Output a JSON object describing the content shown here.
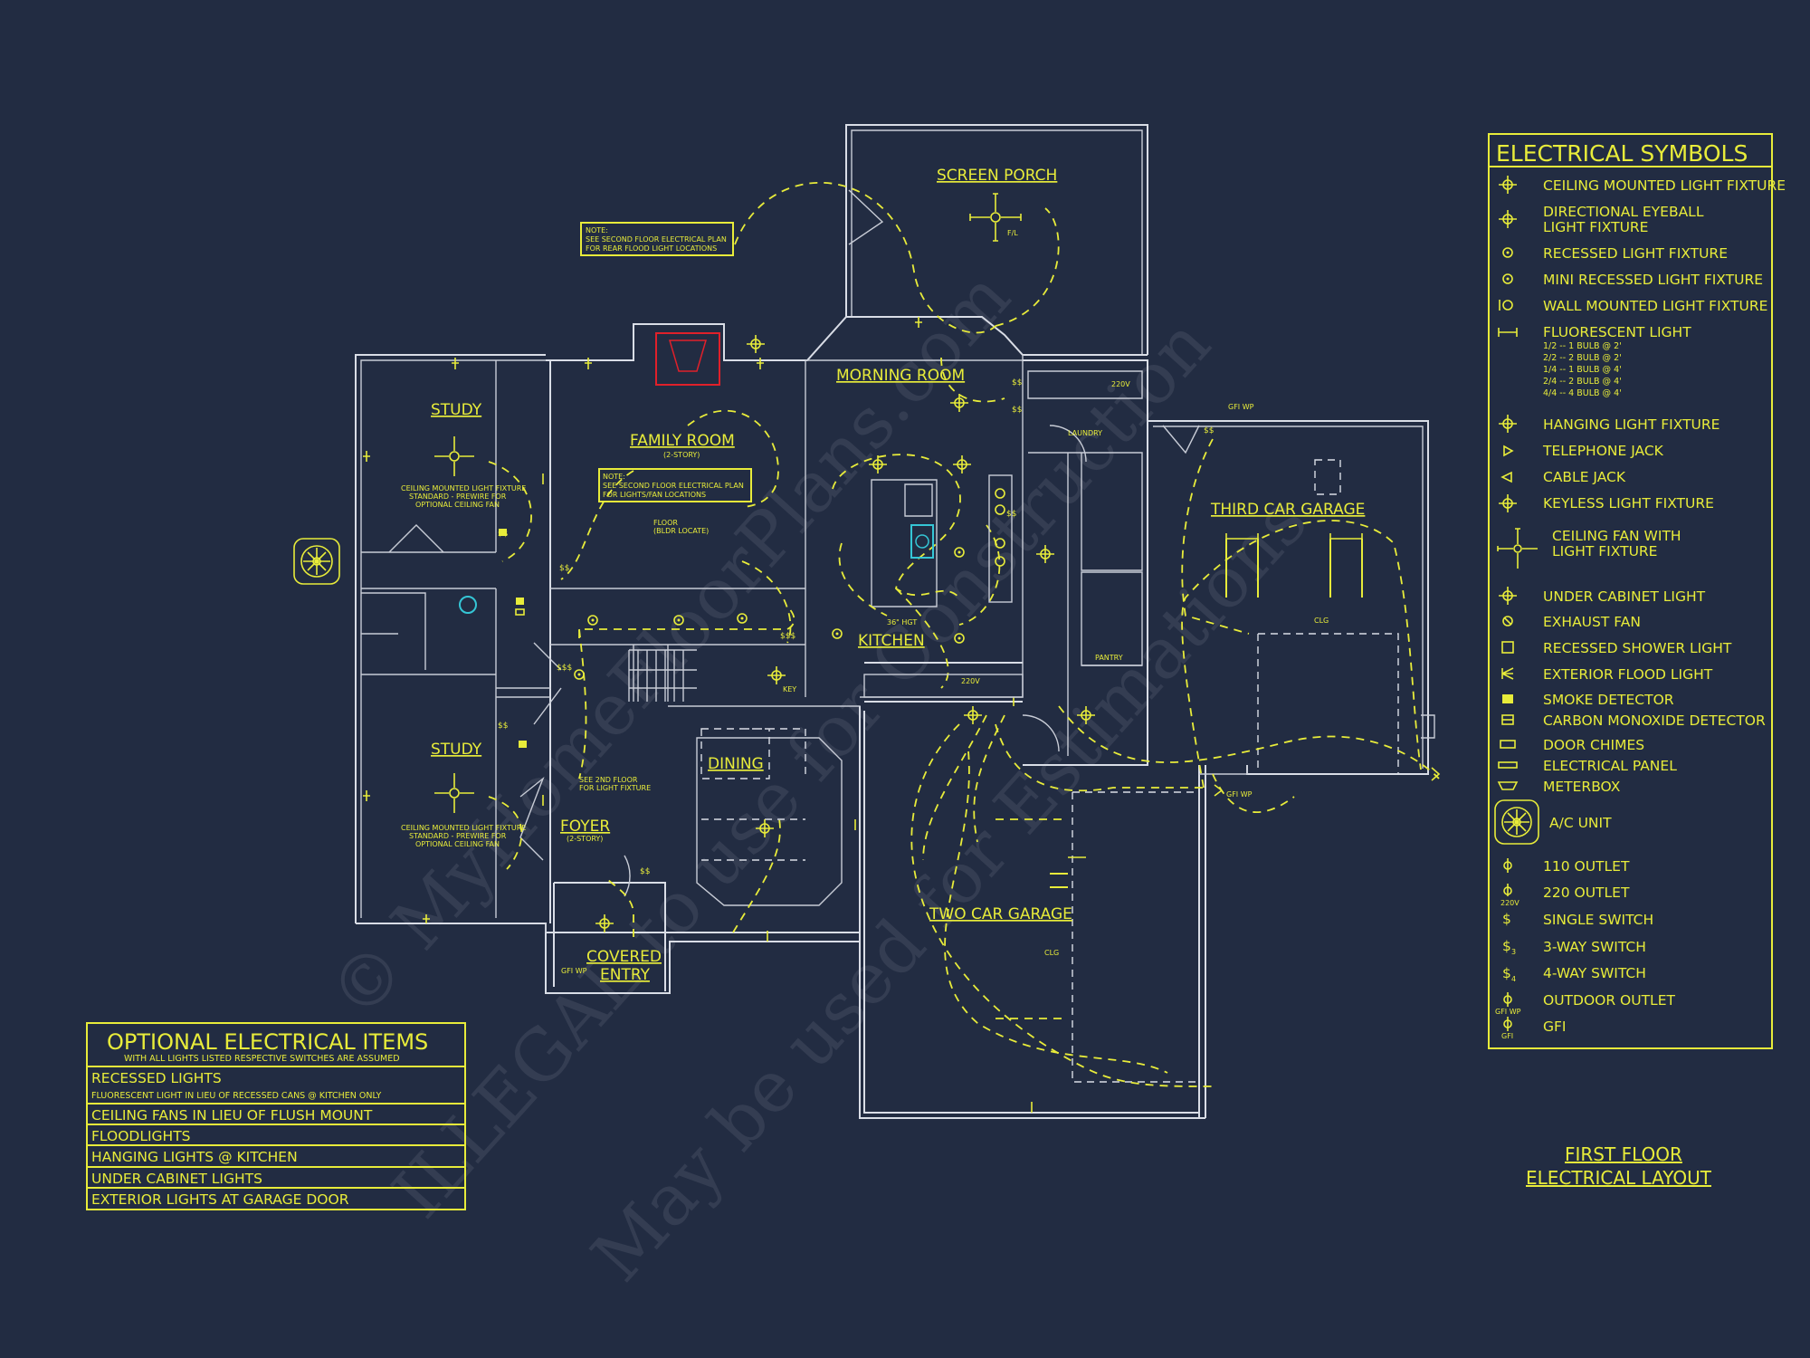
{
  "title": {
    "line1": "FIRST FLOOR",
    "line2": "ELECTRICAL LAYOUT"
  },
  "watermark": {
    "line1": "© MyHomeFloorPlans.com",
    "line2": "ILLEGAL to use for Construction",
    "line3": "May be used for Estimations"
  },
  "colors": {
    "background": "#222c42",
    "walls": "#d9dde6",
    "electrical": "#e8ec3a",
    "fixture_accent": "#35c6d6",
    "fireplace": "#e0202a"
  },
  "rooms": {
    "screen_porch": "SCREEN PORCH",
    "morning_room": "MORNING ROOM",
    "family_room": "FAMILY ROOM",
    "family_room_sub": "(2-STORY)",
    "study_upper": "STUDY",
    "study_lower": "STUDY",
    "kitchen": "KITCHEN",
    "laundry": "LAUNDRY",
    "pantry": "PANTRY",
    "third_car_garage": "THIRD CAR GARAGE",
    "two_car_garage": "TWO CAR GARAGE",
    "dining": "DINING",
    "foyer": "FOYER",
    "foyer_sub": "(2-STORY)",
    "covered_entry_1": "COVERED",
    "covered_entry_2": "ENTRY"
  },
  "notes": {
    "rear_note_title": "NOTE:",
    "rear_note_1": "SEE SECOND FLOOR ELECTRICAL PLAN",
    "rear_note_2": "FOR REAR FLOOD LIGHT LOCATIONS",
    "family_note_title": "NOTE:",
    "family_note_1": "SEE SECOND FLOOR ELECTRICAL PLAN",
    "family_note_2": "FOR LIGHTS/FAN LOCATIONS",
    "floor_outlet_1": "FLOOR",
    "floor_outlet_2": "(BLDR LOCATE)",
    "study_fixture_1": "CEILING MOUNTED LIGHT FIXTURE",
    "study_fixture_2": "STANDARD - PREWIRE FOR",
    "study_fixture_3": "OPTIONAL CEILING FAN",
    "foyer_note_1": "SEE 2ND FLOOR",
    "foyer_note_2": "FOR LIGHT FIXTURE",
    "island_hgt": "36\" HGT",
    "key": "KEY",
    "clg": "CLG",
    "gfi_wp": "GFI WP",
    "v220": "220V",
    "fl": "F/L"
  },
  "optional_items": {
    "title": "OPTIONAL ELECTRICAL ITEMS",
    "subtitle": "WITH ALL LIGHTS LISTED RESPECTIVE SWITCHES ARE ASSUMED",
    "rows": [
      {
        "line1": "RECESSED LIGHTS",
        "line2": "FLUORESCENT LIGHT IN LIEU OF RECESSED CANS @ KITCHEN ONLY"
      },
      {
        "line1": "CEILING FANS IN LIEU OF FLUSH MOUNT"
      },
      {
        "line1": "FLOODLIGHTS"
      },
      {
        "line1": "HANGING LIGHTS @ KITCHEN"
      },
      {
        "line1": "UNDER CABINET LIGHTS"
      },
      {
        "line1": "EXTERIOR LIGHTS AT GARAGE DOOR"
      }
    ]
  },
  "legend": {
    "title": "ELECTRICAL SYMBOLS",
    "items": [
      {
        "label": "CEILING MOUNTED LIGHT FIXTURE",
        "icon": "ceiling-light"
      },
      {
        "label": "DIRECTIONAL EYEBALL",
        "label2": "LIGHT FIXTURE",
        "icon": "eyeball-light"
      },
      {
        "label": "RECESSED LIGHT FIXTURE",
        "icon": "recessed-light"
      },
      {
        "label": "MINI RECESSED LIGHT FIXTURE",
        "icon": "mini-recessed-light"
      },
      {
        "label": "WALL MOUNTED LIGHT FIXTURE",
        "icon": "wall-light"
      },
      {
        "label": "FLUORESCENT LIGHT",
        "icon": "fluorescent-light",
        "sub": [
          "1/2 -- 1 BULB @ 2'",
          "2/2 -- 2 BULB @ 2'",
          "1/4 -- 1 BULB @ 4'",
          "2/4 -- 2 BULB @ 4'",
          "4/4 -- 4 BULB @ 4'"
        ]
      },
      {
        "label": "HANGING LIGHT FIXTURE",
        "icon": "hanging-light"
      },
      {
        "label": "TELEPHONE JACK",
        "icon": "telephone-jack"
      },
      {
        "label": "CABLE JACK",
        "icon": "cable-jack"
      },
      {
        "label": "KEYLESS LIGHT FIXTURE",
        "icon": "keyless-light"
      },
      {
        "label": "CEILING FAN WITH",
        "label2": "LIGHT FIXTURE",
        "icon": "ceiling-fan"
      },
      {
        "label": "UNDER CABINET LIGHT",
        "icon": "under-cabinet-light"
      },
      {
        "label": "EXHAUST FAN",
        "icon": "exhaust-fan"
      },
      {
        "label": "RECESSED SHOWER LIGHT",
        "icon": "shower-light"
      },
      {
        "label": "EXTERIOR FLOOD LIGHT",
        "icon": "flood-light"
      },
      {
        "label": "SMOKE DETECTOR",
        "icon": "smoke-detector"
      },
      {
        "label": "CARBON MONOXIDE DETECTOR",
        "icon": "co-detector"
      },
      {
        "label": "DOOR CHIMES",
        "icon": "door-chimes"
      },
      {
        "label": "ELECTRICAL PANEL",
        "icon": "electrical-panel"
      },
      {
        "label": "METERBOX",
        "icon": "meterbox"
      },
      {
        "label": "A/C UNIT",
        "icon": "ac-unit"
      },
      {
        "label": "110 OUTLET",
        "icon": "outlet-110"
      },
      {
        "label": "220 OUTLET",
        "icon": "outlet-220"
      },
      {
        "label": "SINGLE SWITCH",
        "icon": "single-switch"
      },
      {
        "label": "3-WAY SWITCH",
        "icon": "three-way-switch"
      },
      {
        "label": "4-WAY SWITCH",
        "icon": "four-way-switch"
      },
      {
        "label": "OUTDOOR OUTLET",
        "icon": "outdoor-outlet"
      },
      {
        "label": "GFI",
        "icon": "gfi"
      }
    ]
  }
}
